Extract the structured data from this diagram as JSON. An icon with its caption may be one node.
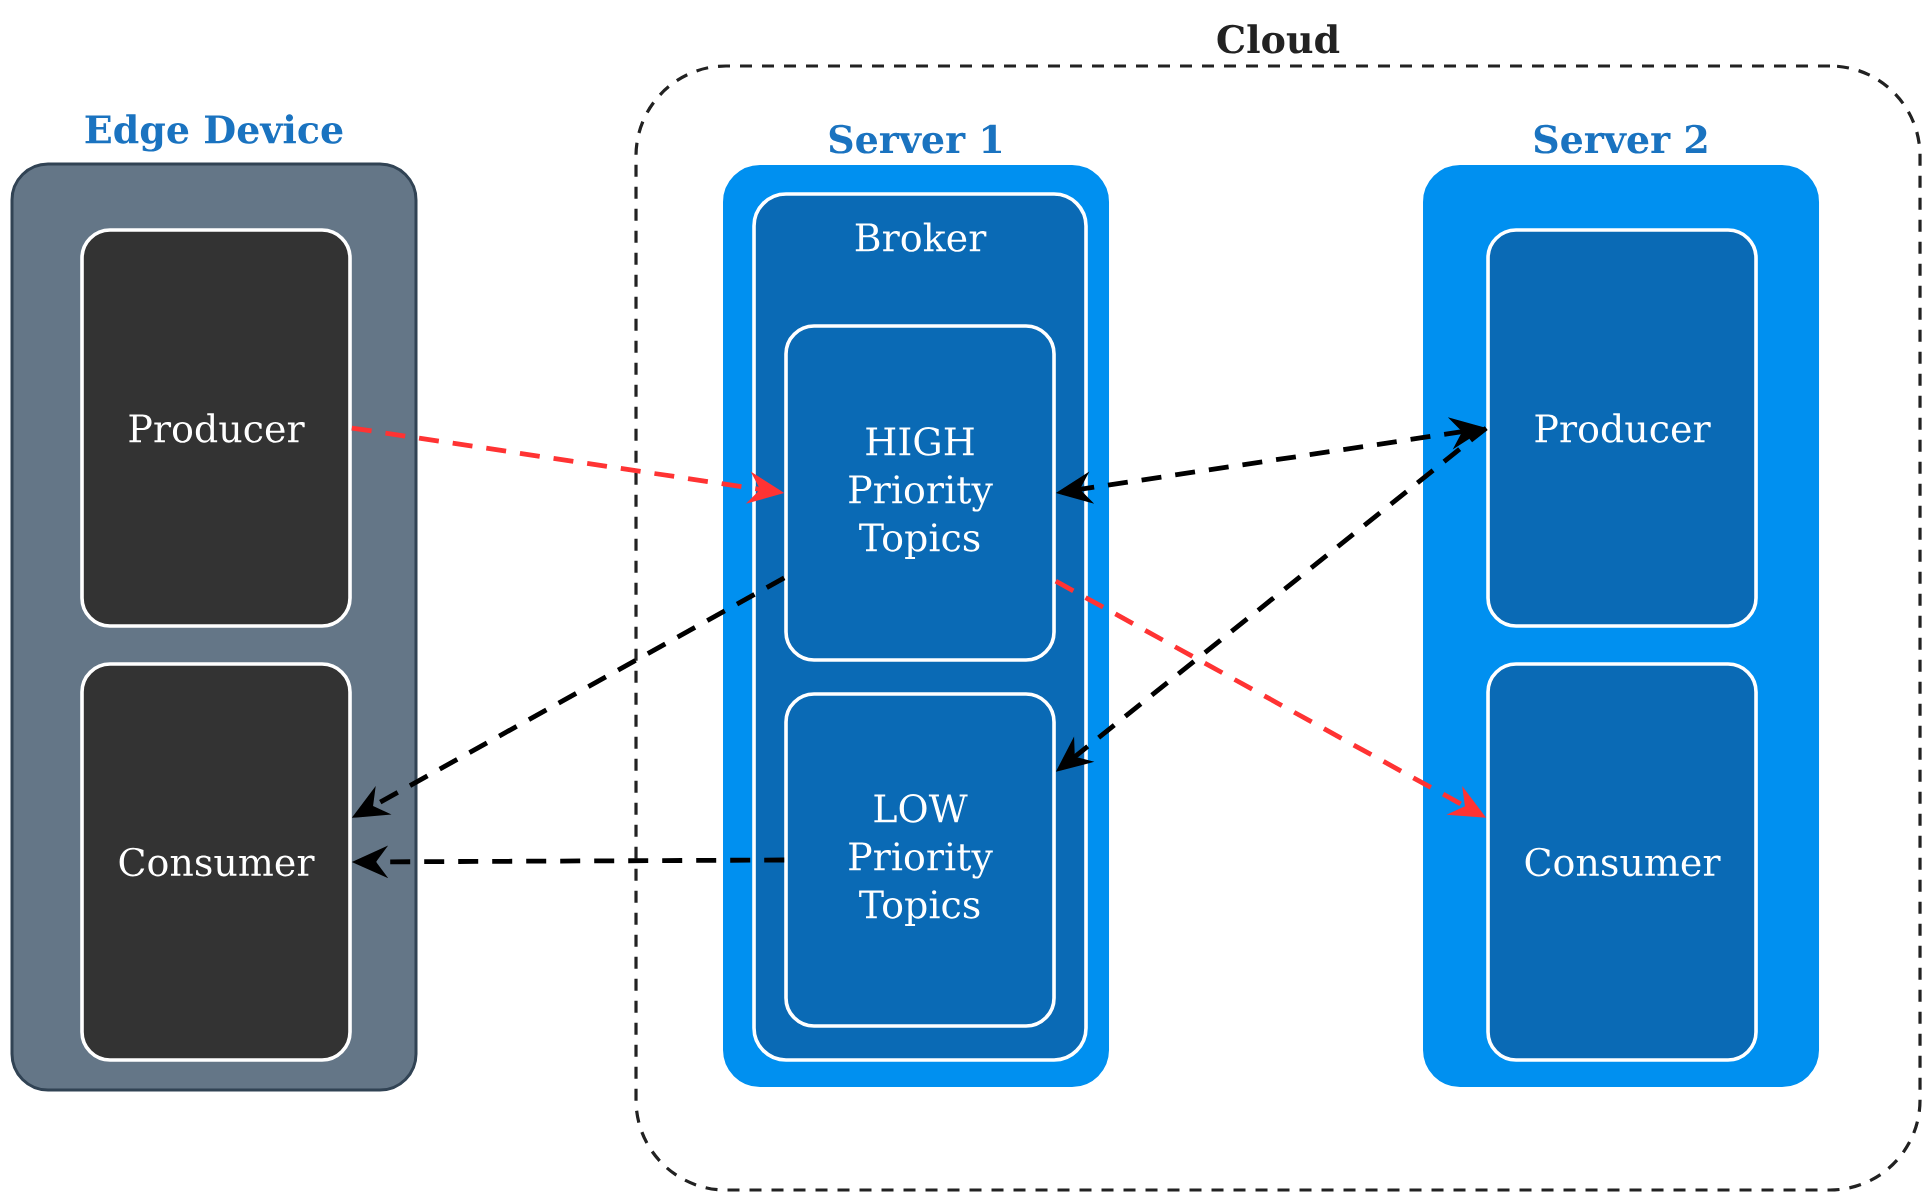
{
  "diagram": {
    "nodes": [
      {
        "text": [
          "Cloud"
        ]
      },
      {
        "text": [
          "Edge Device"
        ]
      },
      {
        "text": [
          "Producer"
        ],
        "in": 1
      },
      {
        "text": [
          "Consumer"
        ],
        "in": 1
      },
      {
        "text": [
          "Server 1"
        ],
        "in": 0
      },
      {
        "text": [
          "Broker"
        ],
        "in": 4
      },
      {
        "text": [
          "HIGH Priority Topics"
        ],
        "in": 5
      },
      {
        "text": [
          "LOW Priority Topics"
        ],
        "in": 5
      },
      {
        "text": [
          "Server 2"
        ],
        "in": 0
      },
      {
        "text": [
          "Producer"
        ],
        "in": 8
      },
      {
        "text": [
          "Consumer"
        ],
        "in": 8
      }
    ],
    "edges": [
      {
        "from": 2,
        "to": 6,
        "arrow": "to",
        "style": "dashed",
        "color": "#ff3333"
      },
      {
        "from": 9,
        "to": 6,
        "arrow": "both",
        "style": "dashed"
      },
      {
        "from": 6,
        "to": 3,
        "arrow": "to",
        "style": "dashed"
      },
      {
        "from": 9,
        "to": 7,
        "arrow": "to",
        "style": "dashed"
      },
      {
        "from": 7,
        "to": 3,
        "arrow": "to",
        "style": "dashed"
      },
      {
        "from": 6,
        "to": 10,
        "arrow": "to",
        "style": "dashed",
        "color": "#ff3333"
      }
    ]
  }
}
